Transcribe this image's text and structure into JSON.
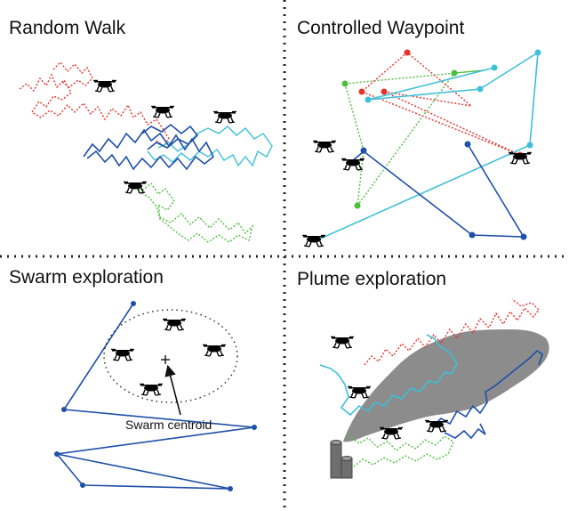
{
  "panels": [
    {
      "title": "Random Walk"
    },
    {
      "title": "Controlled Waypoint"
    },
    {
      "title": "Swarm exploration"
    },
    {
      "title": "Plume exploration"
    }
  ],
  "annotations": {
    "swarm_centroid": "Swarm centroid"
  },
  "colors": {
    "red": "#e8312a",
    "green": "#4bbf3c",
    "cyan": "#3fc0d8",
    "blue": "#1f4fa8",
    "plume": "#8c8c8c",
    "divider": "#222222"
  },
  "icons": [
    "drone-icon",
    "centroid-cross-icon",
    "chimney-icon"
  ]
}
